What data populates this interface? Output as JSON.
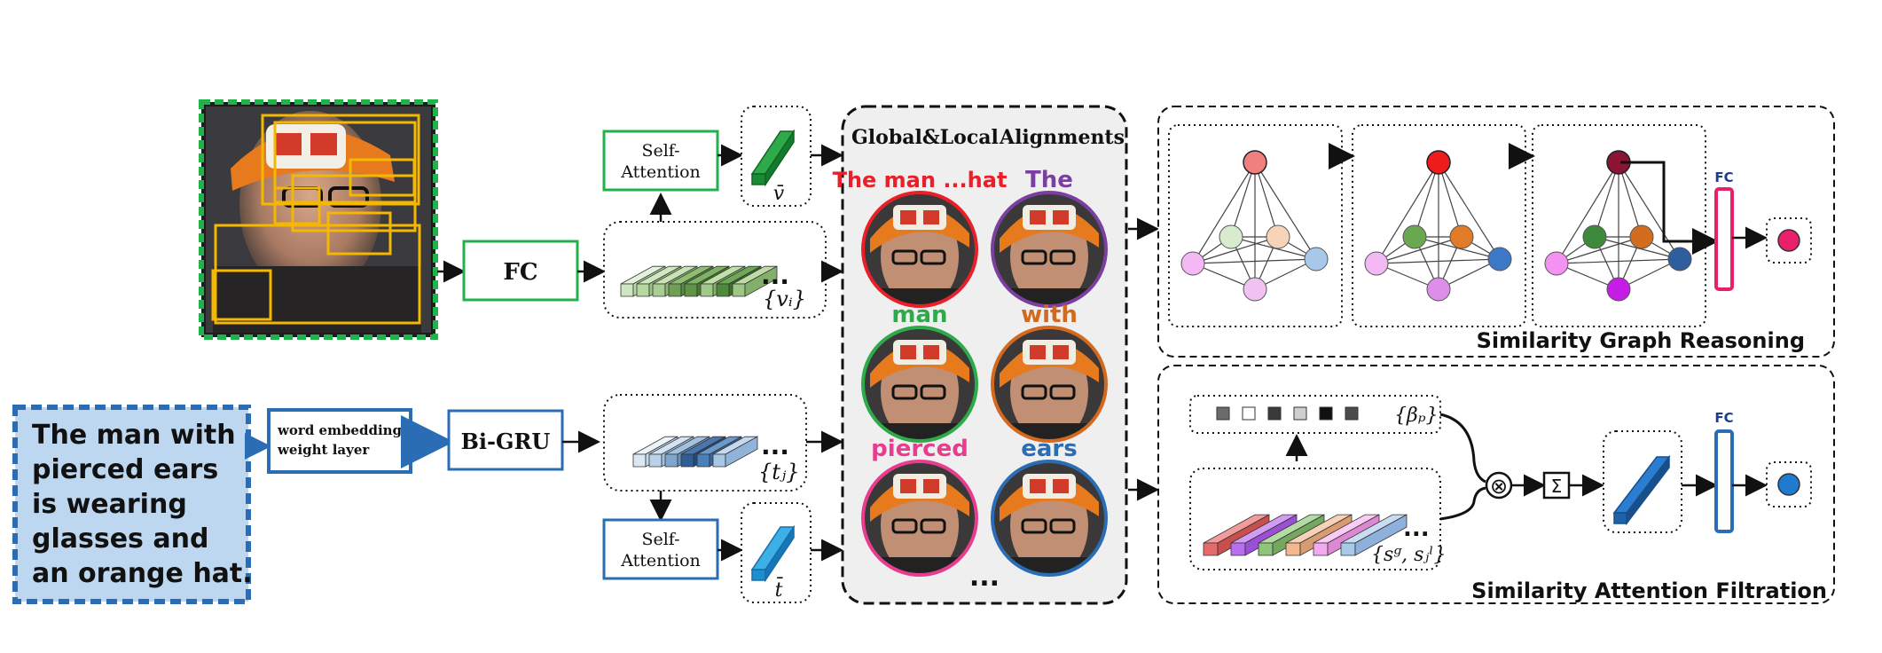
{
  "caption": {
    "lines": [
      "The man with",
      "pierced ears",
      "is wearing",
      "glasses and",
      "an orange hat."
    ]
  },
  "labels": {
    "fc_image": "FC",
    "word_embedding": "word embedding",
    "weight_layer": "weight layer",
    "bigru": "Bi-GRU",
    "self_attention_1": "Self-",
    "self_attention_2": "Attention",
    "v_bar": "v̄",
    "t_bar": "t̄",
    "v_i": "{vᵢ}",
    "t_j": "{tⱼ}",
    "beta_p": "{βₚ}",
    "s_set": "{sᵍ, sⱼˡ}",
    "ellipsis": "...",
    "global_local": "Global&Local",
    "alignments": "Alignments",
    "words": [
      {
        "text": "The man ...hat",
        "color": "#e8202a"
      },
      {
        "text": "The",
        "color": "#7b3fa0"
      },
      {
        "text": "man",
        "color": "#2eaa4a"
      },
      {
        "text": "with",
        "color": "#d2691e"
      },
      {
        "text": "pierced",
        "color": "#e83c8f"
      },
      {
        "text": "ears",
        "color": "#2a6db5"
      }
    ],
    "graph_reasoning": "Similarity Graph Reasoning",
    "attention_filtration": "Similarity Attention Filtration",
    "fc_small": "FC",
    "sigma": "Σ",
    "otimes": "⊗"
  },
  "colors": {
    "green": "#22b24c",
    "blue": "#2a6db5",
    "caption_fill": "#bcd7ef",
    "panel_fill": "#efefef",
    "pink": "#e8206a",
    "orange_box": "#f5b800"
  }
}
